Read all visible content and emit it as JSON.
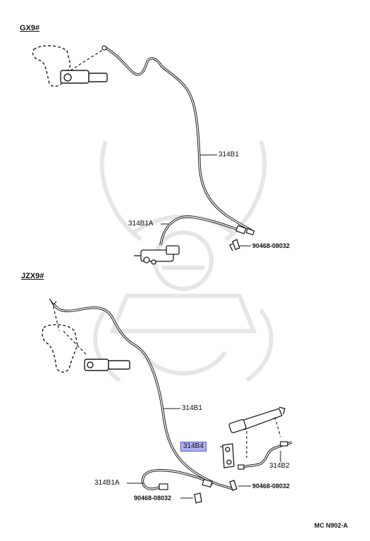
{
  "colors": {
    "line": "#1a1a1a",
    "highlight": "#aeb0f0",
    "watermark": "#e6e6e6"
  },
  "sections": {
    "top": {
      "label": "GX9#"
    },
    "bottom": {
      "label": "JZX9#"
    }
  },
  "parts": {
    "top_pipe": "314B1",
    "top_hose": "314B1A",
    "top_clip": "90468-08032",
    "bottom_pipe": "314B1",
    "bottom_bracket": "314B4",
    "bottom_hose": "314B1A",
    "bottom_clip_right": "90468-08032",
    "bottom_clip_left": "90468-08032",
    "bottom_pipe2": "314B2"
  },
  "diagram_code": "MC N902-A",
  "highlighted_part": "314B4",
  "icons": [
    "master-cylinder-icon",
    "release-cylinder-icon",
    "clip-icon",
    "watermark-samurai-icon"
  ]
}
